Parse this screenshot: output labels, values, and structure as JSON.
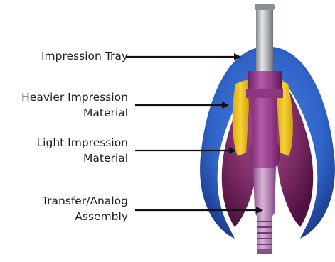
{
  "labels": {
    "impression_tray": [
      "Impression Tray"
    ],
    "heavier_material": [
      "Heavier Impression",
      "Material"
    ],
    "light_material": [
      "Light Impression",
      "Material"
    ],
    "transfer_assembly": [
      "Transfer/Analog",
      "Assembly"
    ]
  },
  "colors": {
    "tray_blue": "#2f63c8",
    "heavy_material_purple": "#7a2a63",
    "light_material_yellow": "#f2c516",
    "assembly_magenta": "#9a3c8c",
    "impression_post_silver": "#b8bcc2",
    "label_text": "#1e1e1e"
  }
}
